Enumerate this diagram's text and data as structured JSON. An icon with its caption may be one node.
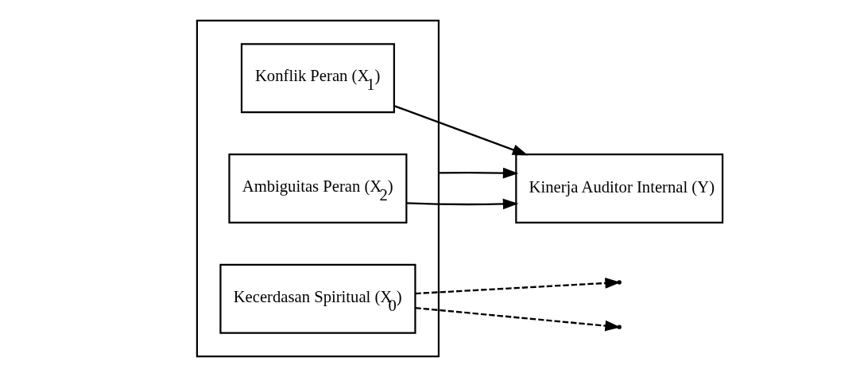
{
  "diagram": {
    "nodes": [
      {
        "text": [],
        "shape": "box"
      },
      {
        "text": [
          "Konflik Peran (X$_{1}$)"
        ],
        "in": 0
      },
      {
        "text": [
          "Kecerdasan Spiritual (X$_{0}$)"
        ],
        "in": 0
      },
      {
        "text": [
          "Ambiguitas Peran (X$_{2}$)"
        ],
        "in": 0
      },
      {
        "text": [
          "Kinerja Auditor Internal (Y)"
        ]
      }
    ],
    "edges": [
      {
        "from": 1,
        "to": 4,
        "arrow": "to"
      },
      {
        "from": 3,
        "to": 4,
        "arrow": "to"
      },
      {
        "from": 2,
        "to": null,
        "arrow": "to",
        "style": "dashed"
      },
      {
        "from": 2,
        "to": null,
        "arrow": "to",
        "style": "dashed"
      },
      {
        "from": 0,
        "to": 4,
        "arrow": "to"
      }
    ]
  }
}
